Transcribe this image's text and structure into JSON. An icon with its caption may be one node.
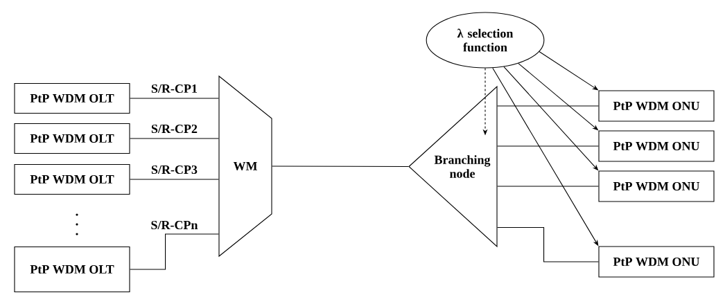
{
  "diagram": {
    "nodes": [
      {
        "text": [
          "PtP WDM OLT"
        ]
      },
      {
        "text": [
          "PtP WDM OLT"
        ]
      },
      {
        "text": [
          "PtP WDM OLT"
        ]
      },
      {
        "text": [
          "PtP WDM OLT"
        ]
      },
      {
        "text": [
          "WM"
        ]
      },
      {
        "text": [
          "Branching node"
        ]
      },
      {
        "text": [
          "λ selection function"
        ]
      },
      {
        "text": [
          "PtP WDM ONU"
        ]
      },
      {
        "text": [
          "PtP WDM ONU"
        ]
      },
      {
        "text": [
          "PtP WDM ONU"
        ]
      },
      {
        "text": [
          "PtP WDM ONU"
        ]
      }
    ],
    "edges": [
      {
        "from": 0,
        "to": 4,
        "arrow": "none",
        "label": "S/R-CP1"
      },
      {
        "from": 1,
        "to": 4,
        "arrow": "none",
        "label": "S/R-CP2"
      },
      {
        "from": 2,
        "to": 4,
        "arrow": "none",
        "label": "S/R-CP3"
      },
      {
        "from": 3,
        "to": 4,
        "arrow": "none",
        "label": "S/R-CPn"
      },
      {
        "from": 4,
        "to": 5,
        "arrow": "none"
      },
      {
        "from": 6,
        "to": 5,
        "arrow": "to",
        "style": "dashed"
      },
      {
        "from": 5,
        "to": 7,
        "arrow": "none"
      },
      {
        "from": 5,
        "to": 8,
        "arrow": "none"
      },
      {
        "from": 5,
        "to": 9,
        "arrow": "none"
      },
      {
        "from": 5,
        "to": 10,
        "arrow": "none"
      },
      {
        "from": 6,
        "to": 7,
        "arrow": "to"
      },
      {
        "from": 6,
        "to": 8,
        "arrow": "to"
      },
      {
        "from": 6,
        "to": 9,
        "arrow": "to"
      },
      {
        "from": 6,
        "to": 10,
        "arrow": "to"
      }
    ]
  }
}
